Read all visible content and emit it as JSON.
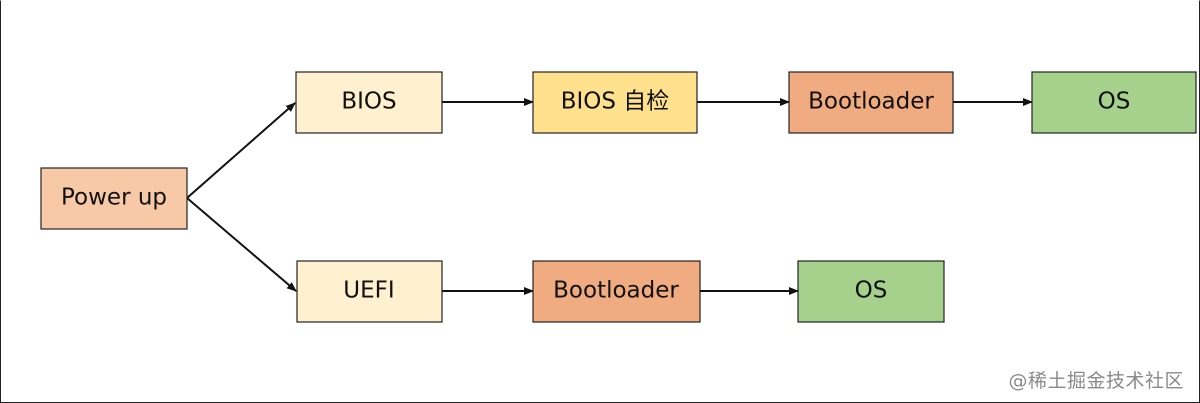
{
  "diagram": {
    "nodes": {
      "power_up": {
        "label": "Power up",
        "fill": "#f7c9a6"
      },
      "bios": {
        "label": "BIOS",
        "fill": "#fff1d0"
      },
      "bios_post": {
        "label": "BIOS 自检",
        "fill": "#ffe08d"
      },
      "bootloader_top": {
        "label": "Bootloader",
        "fill": "#f0ac80"
      },
      "os_top": {
        "label": "OS",
        "fill": "#a6d18d"
      },
      "uefi": {
        "label": "UEFI",
        "fill": "#fff1d0"
      },
      "bootloader_bottom": {
        "label": "Bootloader",
        "fill": "#f0ac80"
      },
      "os_bottom": {
        "label": "OS",
        "fill": "#a6d18d"
      }
    },
    "edges": [
      {
        "from": "power_up",
        "to": "bios"
      },
      {
        "from": "power_up",
        "to": "uefi"
      },
      {
        "from": "bios",
        "to": "bios_post"
      },
      {
        "from": "bios_post",
        "to": "bootloader_top"
      },
      {
        "from": "bootloader_top",
        "to": "os_top"
      },
      {
        "from": "uefi",
        "to": "bootloader_bottom"
      },
      {
        "from": "bootloader_bottom",
        "to": "os_bottom"
      }
    ]
  },
  "watermark": "@稀土掘金技术社区"
}
